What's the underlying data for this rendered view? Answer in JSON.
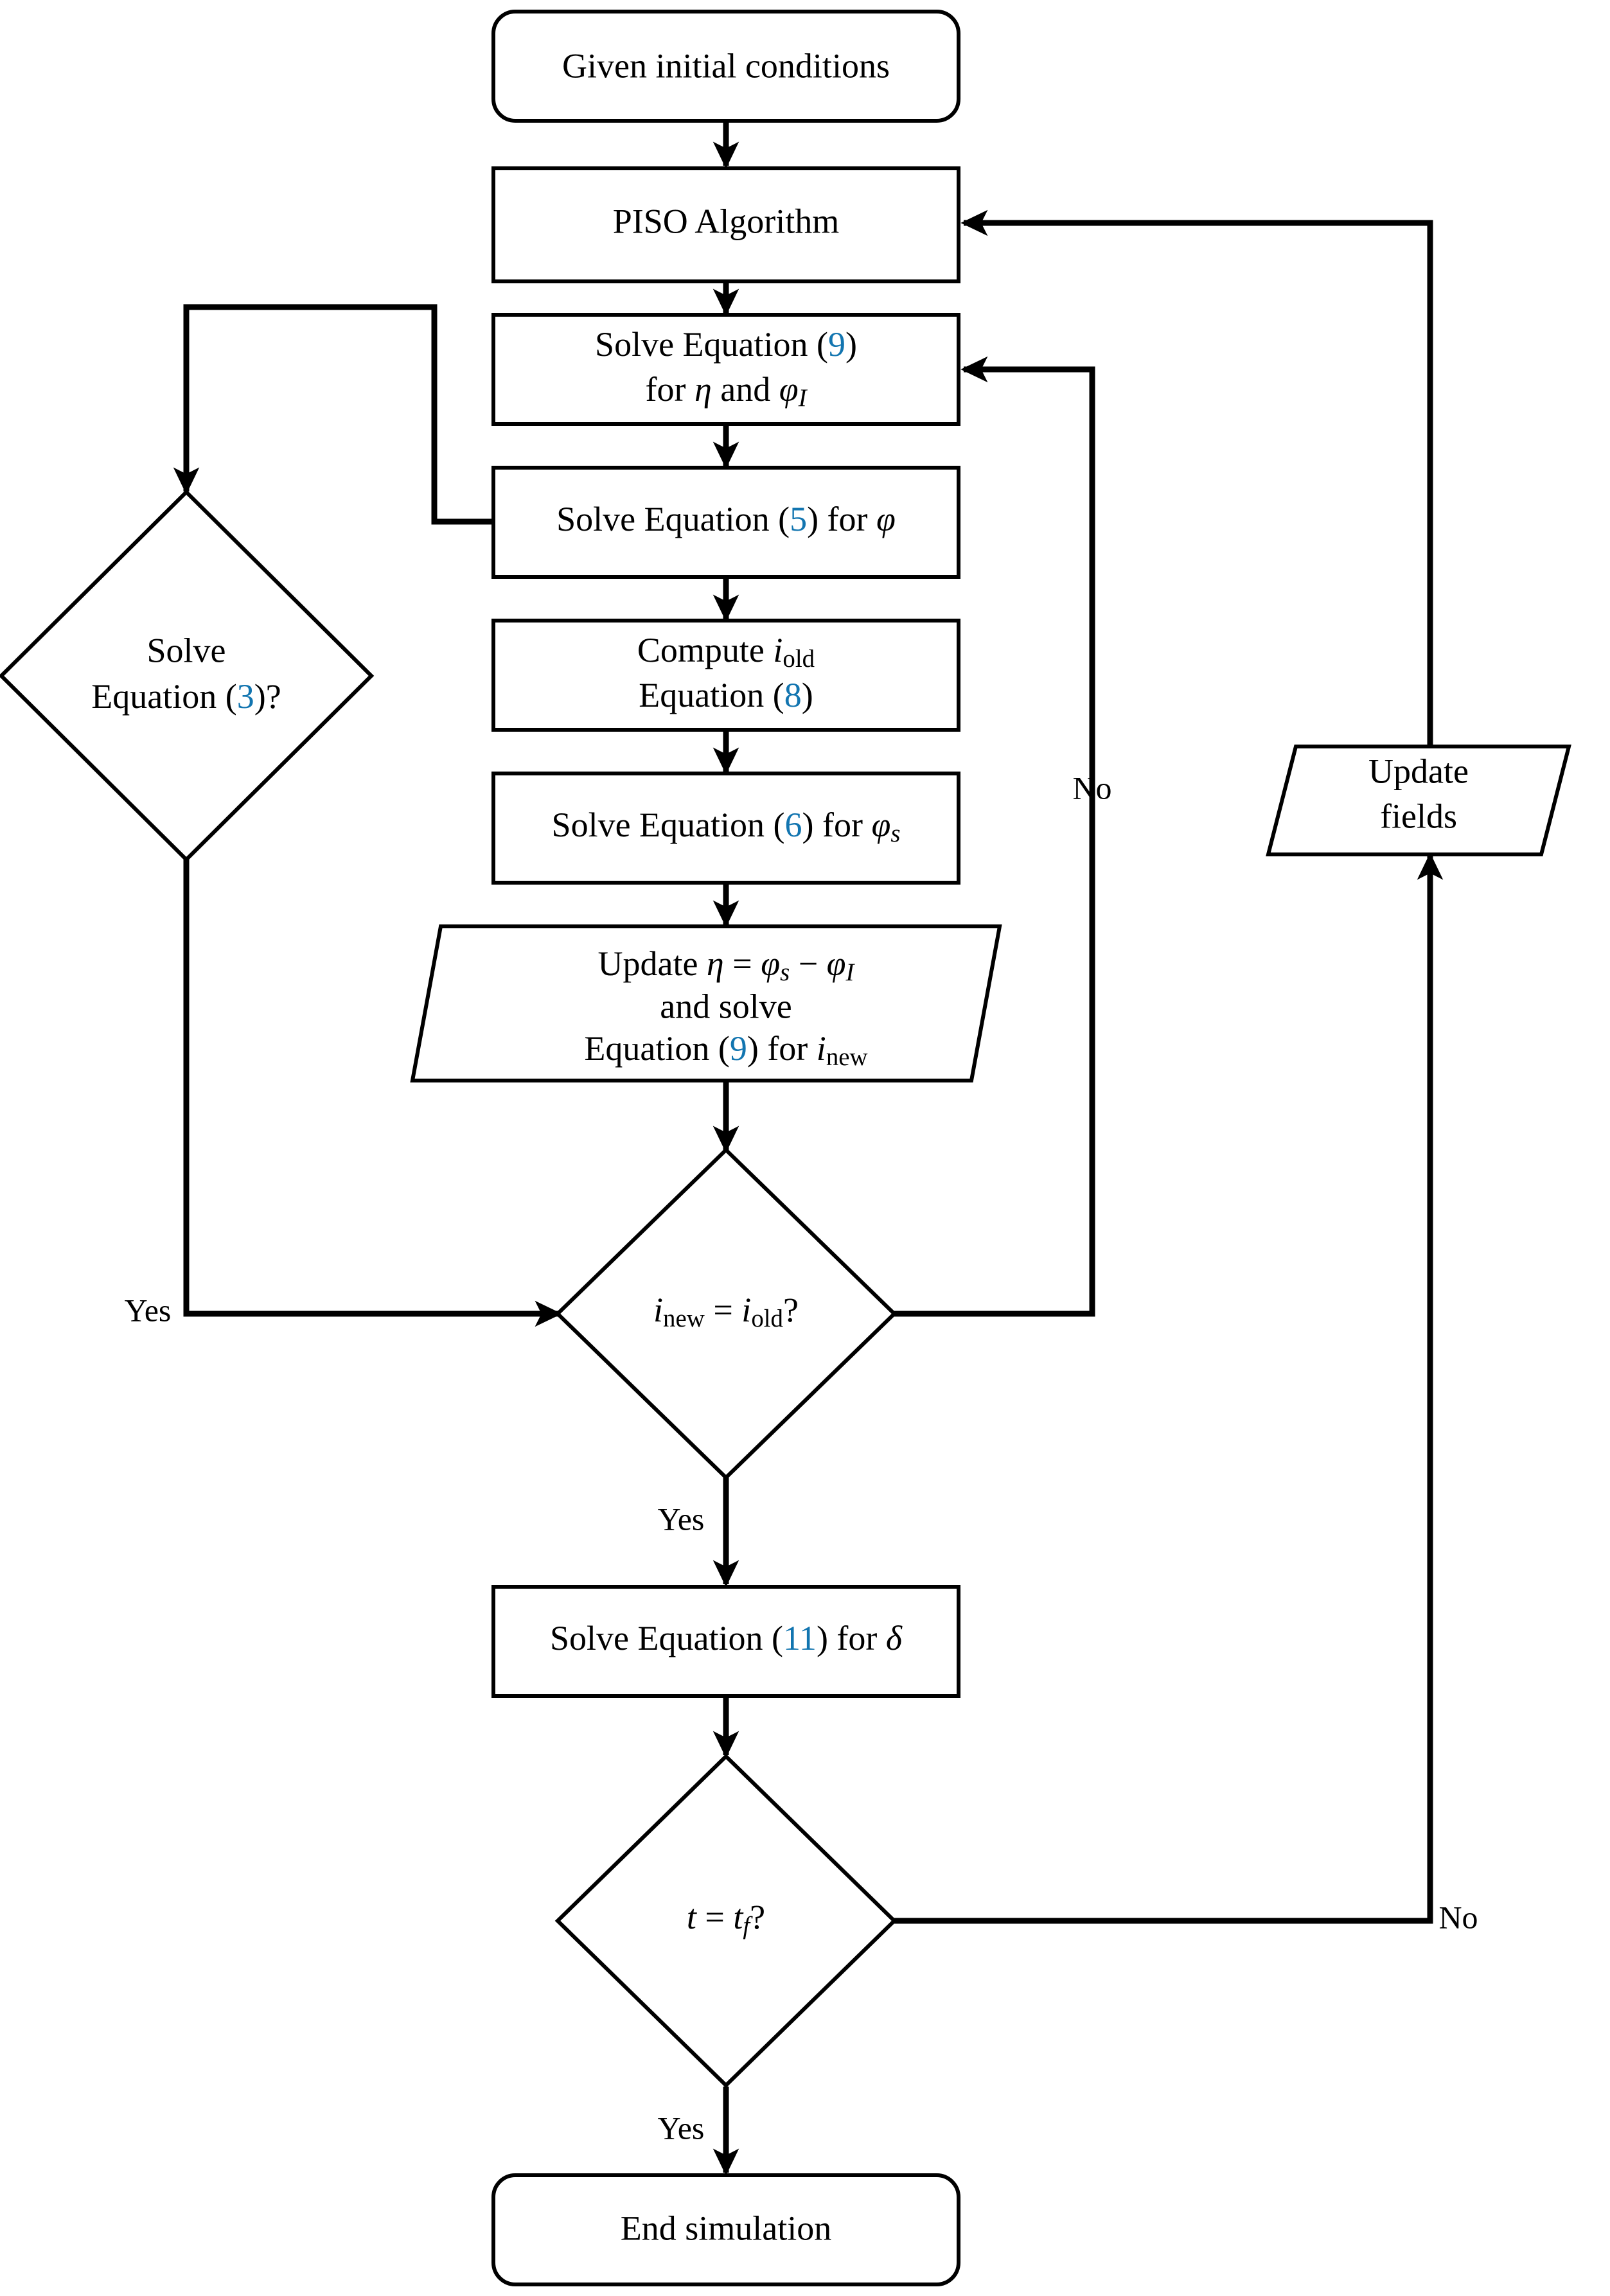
{
  "diagram": {
    "title": "Numerical solution algorithm flowchart",
    "accent_color": "#1275b0",
    "line_color": "#000000",
    "background_color": "#ffffff"
  },
  "nodes": {
    "start": {
      "shape": "rounded-rectangle",
      "label": "Given initial conditions"
    },
    "piso": {
      "shape": "rectangle",
      "label": "PISO Algorithm"
    },
    "eq9_eta": {
      "shape": "rectangle",
      "line1_pre": "Solve Equation (",
      "line1_num": "9",
      "line1_post": ")",
      "line2_pre": "for ",
      "line2_eta": "η",
      "line2_mid": " and ",
      "line2_phi": "φ",
      "line2_sub": "I"
    },
    "eq5_phi": {
      "shape": "rectangle",
      "pre": "Solve Equation (",
      "num": "5",
      "post": ") for ",
      "sym": "φ"
    },
    "compute_iold": {
      "shape": "rectangle",
      "line1_pre": "Compute ",
      "line1_sym": "i",
      "line1_sub": "old",
      "line2_pre": "Equation (",
      "line2_num": "8",
      "line2_post": ")"
    },
    "eq6_phis": {
      "shape": "rectangle",
      "pre": "Solve Equation (",
      "num": "6",
      "post": ") for ",
      "sym": "φ",
      "sym_sub": "s"
    },
    "update_eta": {
      "shape": "parallelogram",
      "line1": "Update η = φₛ − φᴵ",
      "line1_pre": "Update ",
      "line1_eta": "η",
      "line1_eq": " = ",
      "line1_phis": "φ",
      "line1_phis_sub": "s",
      "line1_minus": " − ",
      "line1_phiI": "φ",
      "line1_phiI_sub": "I",
      "line2": "and solve",
      "line3_pre": "Equation (",
      "line3_num": "9",
      "line3_post": ") for ",
      "line3_sym": "i",
      "line3_sub": "new"
    },
    "decision_i": {
      "shape": "diamond",
      "sym1": "i",
      "sub1": "new",
      "eq": " = ",
      "sym2": "i",
      "sub2": "old",
      "q": "?"
    },
    "decision_eq3": {
      "shape": "diamond",
      "line1": "Solve",
      "line2_pre": "Equation (",
      "line2_num": "3",
      "line2_post": ")?"
    },
    "eq11_delta": {
      "shape": "rectangle",
      "pre": "Solve Equation (",
      "num": "11",
      "post": ") for ",
      "sym": "δ"
    },
    "decision_t": {
      "shape": "diamond",
      "sym1": "t",
      "eq": " = ",
      "sym2": "t",
      "sub2": "f",
      "q": "?"
    },
    "update_fields": {
      "shape": "parallelogram",
      "line1": "Update",
      "line2": "fields"
    },
    "end": {
      "shape": "rounded-rectangle",
      "label": "End simulation"
    }
  },
  "edge_labels": {
    "i_decision_no": "No",
    "i_decision_yes": "Yes",
    "i_decision_yes_down": "Yes",
    "t_decision_no": "No",
    "t_decision_yes": "Yes"
  }
}
